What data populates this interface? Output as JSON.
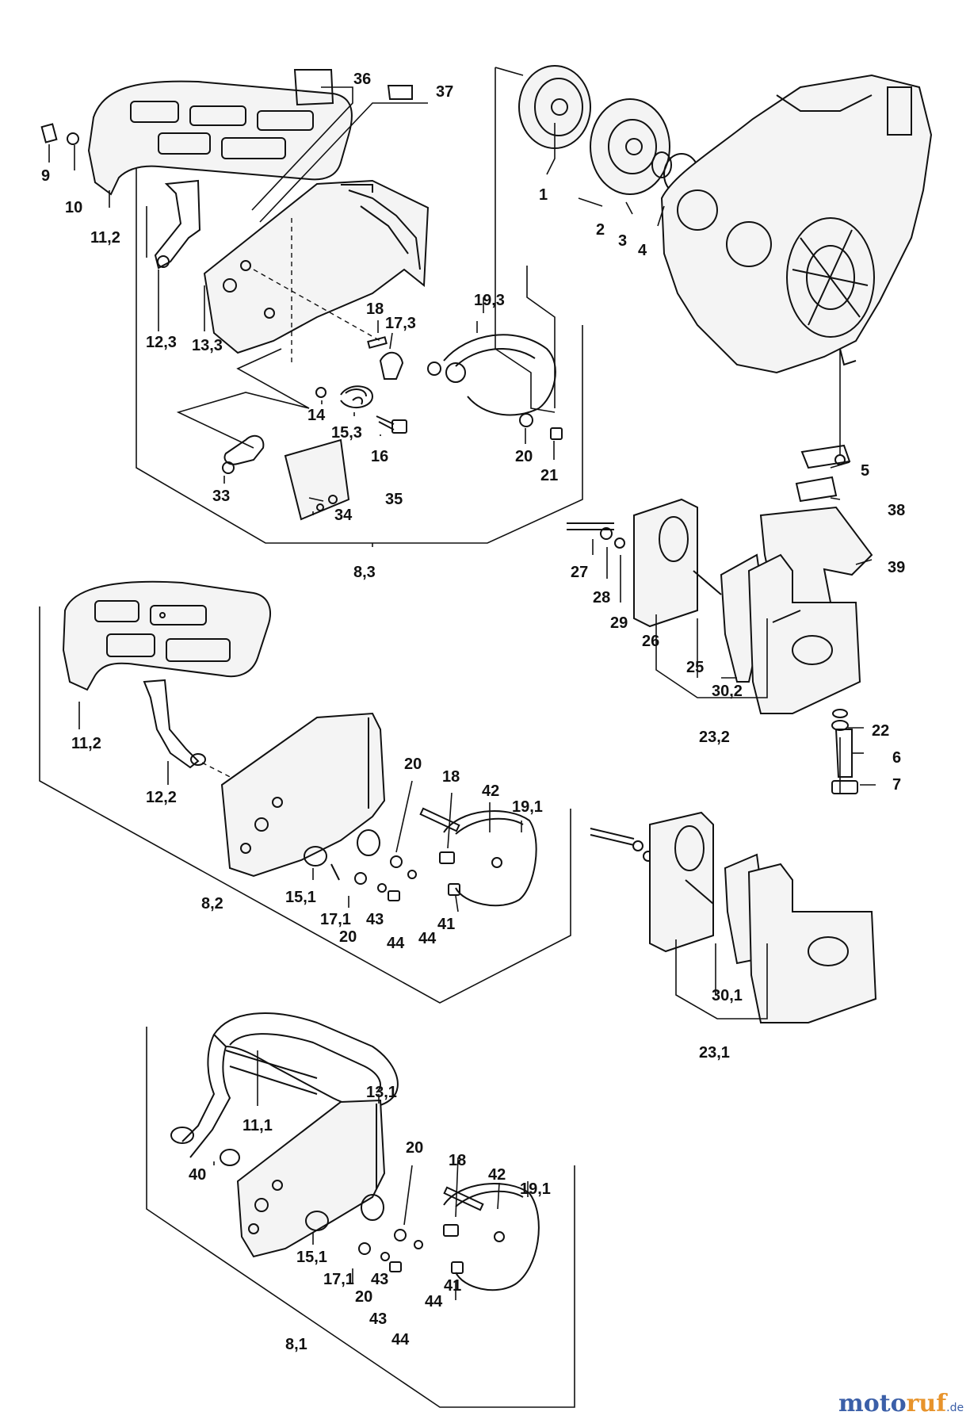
{
  "labels": {
    "l36": "36",
    "l37": "37",
    "l9": "9",
    "l10": "10",
    "l11_2a": "11,2",
    "l1": "1",
    "l2": "2",
    "l3": "3",
    "l4": "4",
    "l12_3": "12,3",
    "l13_3": "13,3",
    "l18a": "18",
    "l17_3": "17,3",
    "l19_3": "19,3",
    "l14": "14",
    "l15_3": "15,3",
    "l16": "16",
    "l20a": "20",
    "l21": "21",
    "l33": "33",
    "l35": "35",
    "l34": "34",
    "l8_3": "8,3",
    "l5": "5",
    "l38": "38",
    "l39": "39",
    "l27": "27",
    "l28": "28",
    "l29": "29",
    "l26": "26",
    "l25": "25",
    "l30_2": "30,2",
    "l23_2": "23,2",
    "l22": "22",
    "l6": "6",
    "l7": "7",
    "l11_2b": "11,2",
    "l12_2": "12,2",
    "l20b": "20",
    "l18b": "18",
    "l42a": "42",
    "l19_1a": "19,1",
    "l15_1a": "15,1",
    "l17_1a": "17,1",
    "l43a": "43",
    "l41a": "41",
    "l20c": "20",
    "l44a": "44",
    "l44b": "44",
    "l8_2": "8,2",
    "l30_1": "30,1",
    "l23_1": "23,1",
    "l11_1": "11,1",
    "l13_1": "13,1",
    "l20d": "20",
    "l18c": "18",
    "l42b": "42",
    "l19_1b": "19,1",
    "l40": "40",
    "l15_1b": "15,1",
    "l17_1b": "17,1",
    "l43b": "43",
    "l41b": "41",
    "l20e": "20",
    "l44c": "44",
    "l43c": "43",
    "l44d": "44",
    "l8_1": "8,1"
  },
  "watermark": {
    "part1": "moto",
    "part2": "ruf",
    "suffix": ".de"
  }
}
